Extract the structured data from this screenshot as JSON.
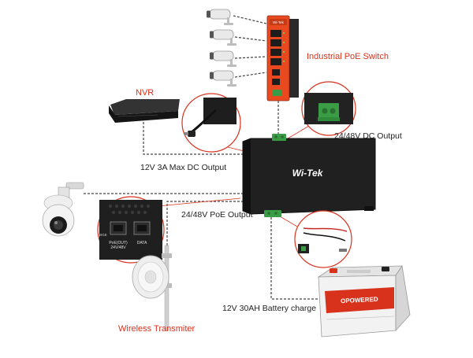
{
  "colors": {
    "accent": "#e8491f",
    "label_red": "#d8321d",
    "box_dark": "#1b1b1b",
    "cable": "#444444",
    "terminal_green": "#3a9d45"
  },
  "labels": {
    "switch": "Industrial PoE Switch",
    "nvr": "NVR",
    "dc_out_48": "24/48V DC Output",
    "dc_out_12": "12V 3A Max DC Output",
    "poe_out": "24/48V PoE Output",
    "battery": "12V 30AH Battery charge",
    "wireless": "Wireless Transmiter"
  },
  "device": {
    "brand": "Wi-Tek",
    "switch_brand": "Wi-Tek"
  },
  "port_callout": {
    "port1": "PoE(OUT)",
    "port1_sub": "24V/48V",
    "port2": "DATA",
    "side": "WGE"
  },
  "battery_brand": "OPOWERED",
  "icons": [
    "cctv-camera-icon",
    "ptz-dome-camera-icon",
    "wireless-dish-antenna-icon",
    "nvr-recorder-icon",
    "battery-icon",
    "dc-plug-icon",
    "terminal-block-icon"
  ]
}
